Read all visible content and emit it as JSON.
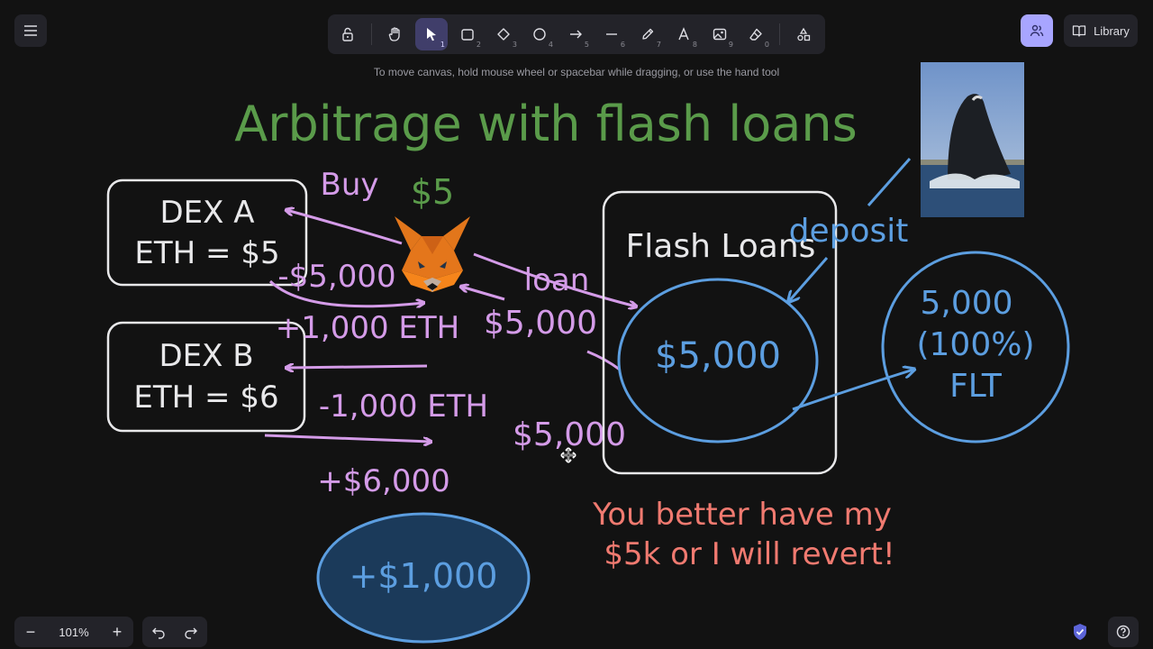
{
  "toolbar": {
    "menu_icon": "hamburger-menu-icon",
    "tools": [
      {
        "name": "lock",
        "key": ""
      },
      {
        "name": "hand",
        "key": ""
      },
      {
        "name": "selection",
        "key": "1"
      },
      {
        "name": "rectangle",
        "key": "2"
      },
      {
        "name": "diamond",
        "key": "3"
      },
      {
        "name": "ellipse",
        "key": "4"
      },
      {
        "name": "arrow",
        "key": "5"
      },
      {
        "name": "line",
        "key": "6"
      },
      {
        "name": "draw",
        "key": "7"
      },
      {
        "name": "text",
        "key": "8"
      },
      {
        "name": "image",
        "key": "9"
      },
      {
        "name": "eraser",
        "key": "0"
      },
      {
        "name": "more-shapes",
        "key": ""
      }
    ],
    "library_label": "Library"
  },
  "hint": "To move canvas, hold mouse wheel or spacebar while dragging, or use the hand tool",
  "zoom": {
    "level": "101%",
    "minus": "−",
    "plus": "+"
  },
  "colors": {
    "green": "#5a9b4a",
    "pink": "#d49be8",
    "blue": "#5c9ee0",
    "white": "#e8e8ea",
    "red": "#f07a70",
    "dark_fill": "#1b3a5a",
    "accent": "#a8a5ff"
  },
  "canvas": {
    "title": "Arbitrage with flash loans",
    "dex_a": {
      "line1": "DEX A",
      "line2": "ETH = $5"
    },
    "dex_b": {
      "line1": "DEX B",
      "line2": "ETH = $6"
    },
    "buy": "Buy",
    "price_5": "$5",
    "minus_5000": "-$5,000",
    "plus_1000_eth": "+1,000 ETH",
    "eth_5000": "$5,000",
    "minus_1000_eth": "-1,000 ETH",
    "plus_6000": "+$6,000",
    "dollar_5000_bottom": "$5,000",
    "loan": "loan",
    "flash_loans": "Flash Loans",
    "pool_amount": "$5,000",
    "deposit": "deposit",
    "flt_line1": "5,000",
    "flt_line2": "(100%)",
    "flt_line3": "FLT",
    "profit": "+$1,000",
    "warning_line1": "You better have my",
    "warning_line2": "$5k or I will revert!"
  }
}
